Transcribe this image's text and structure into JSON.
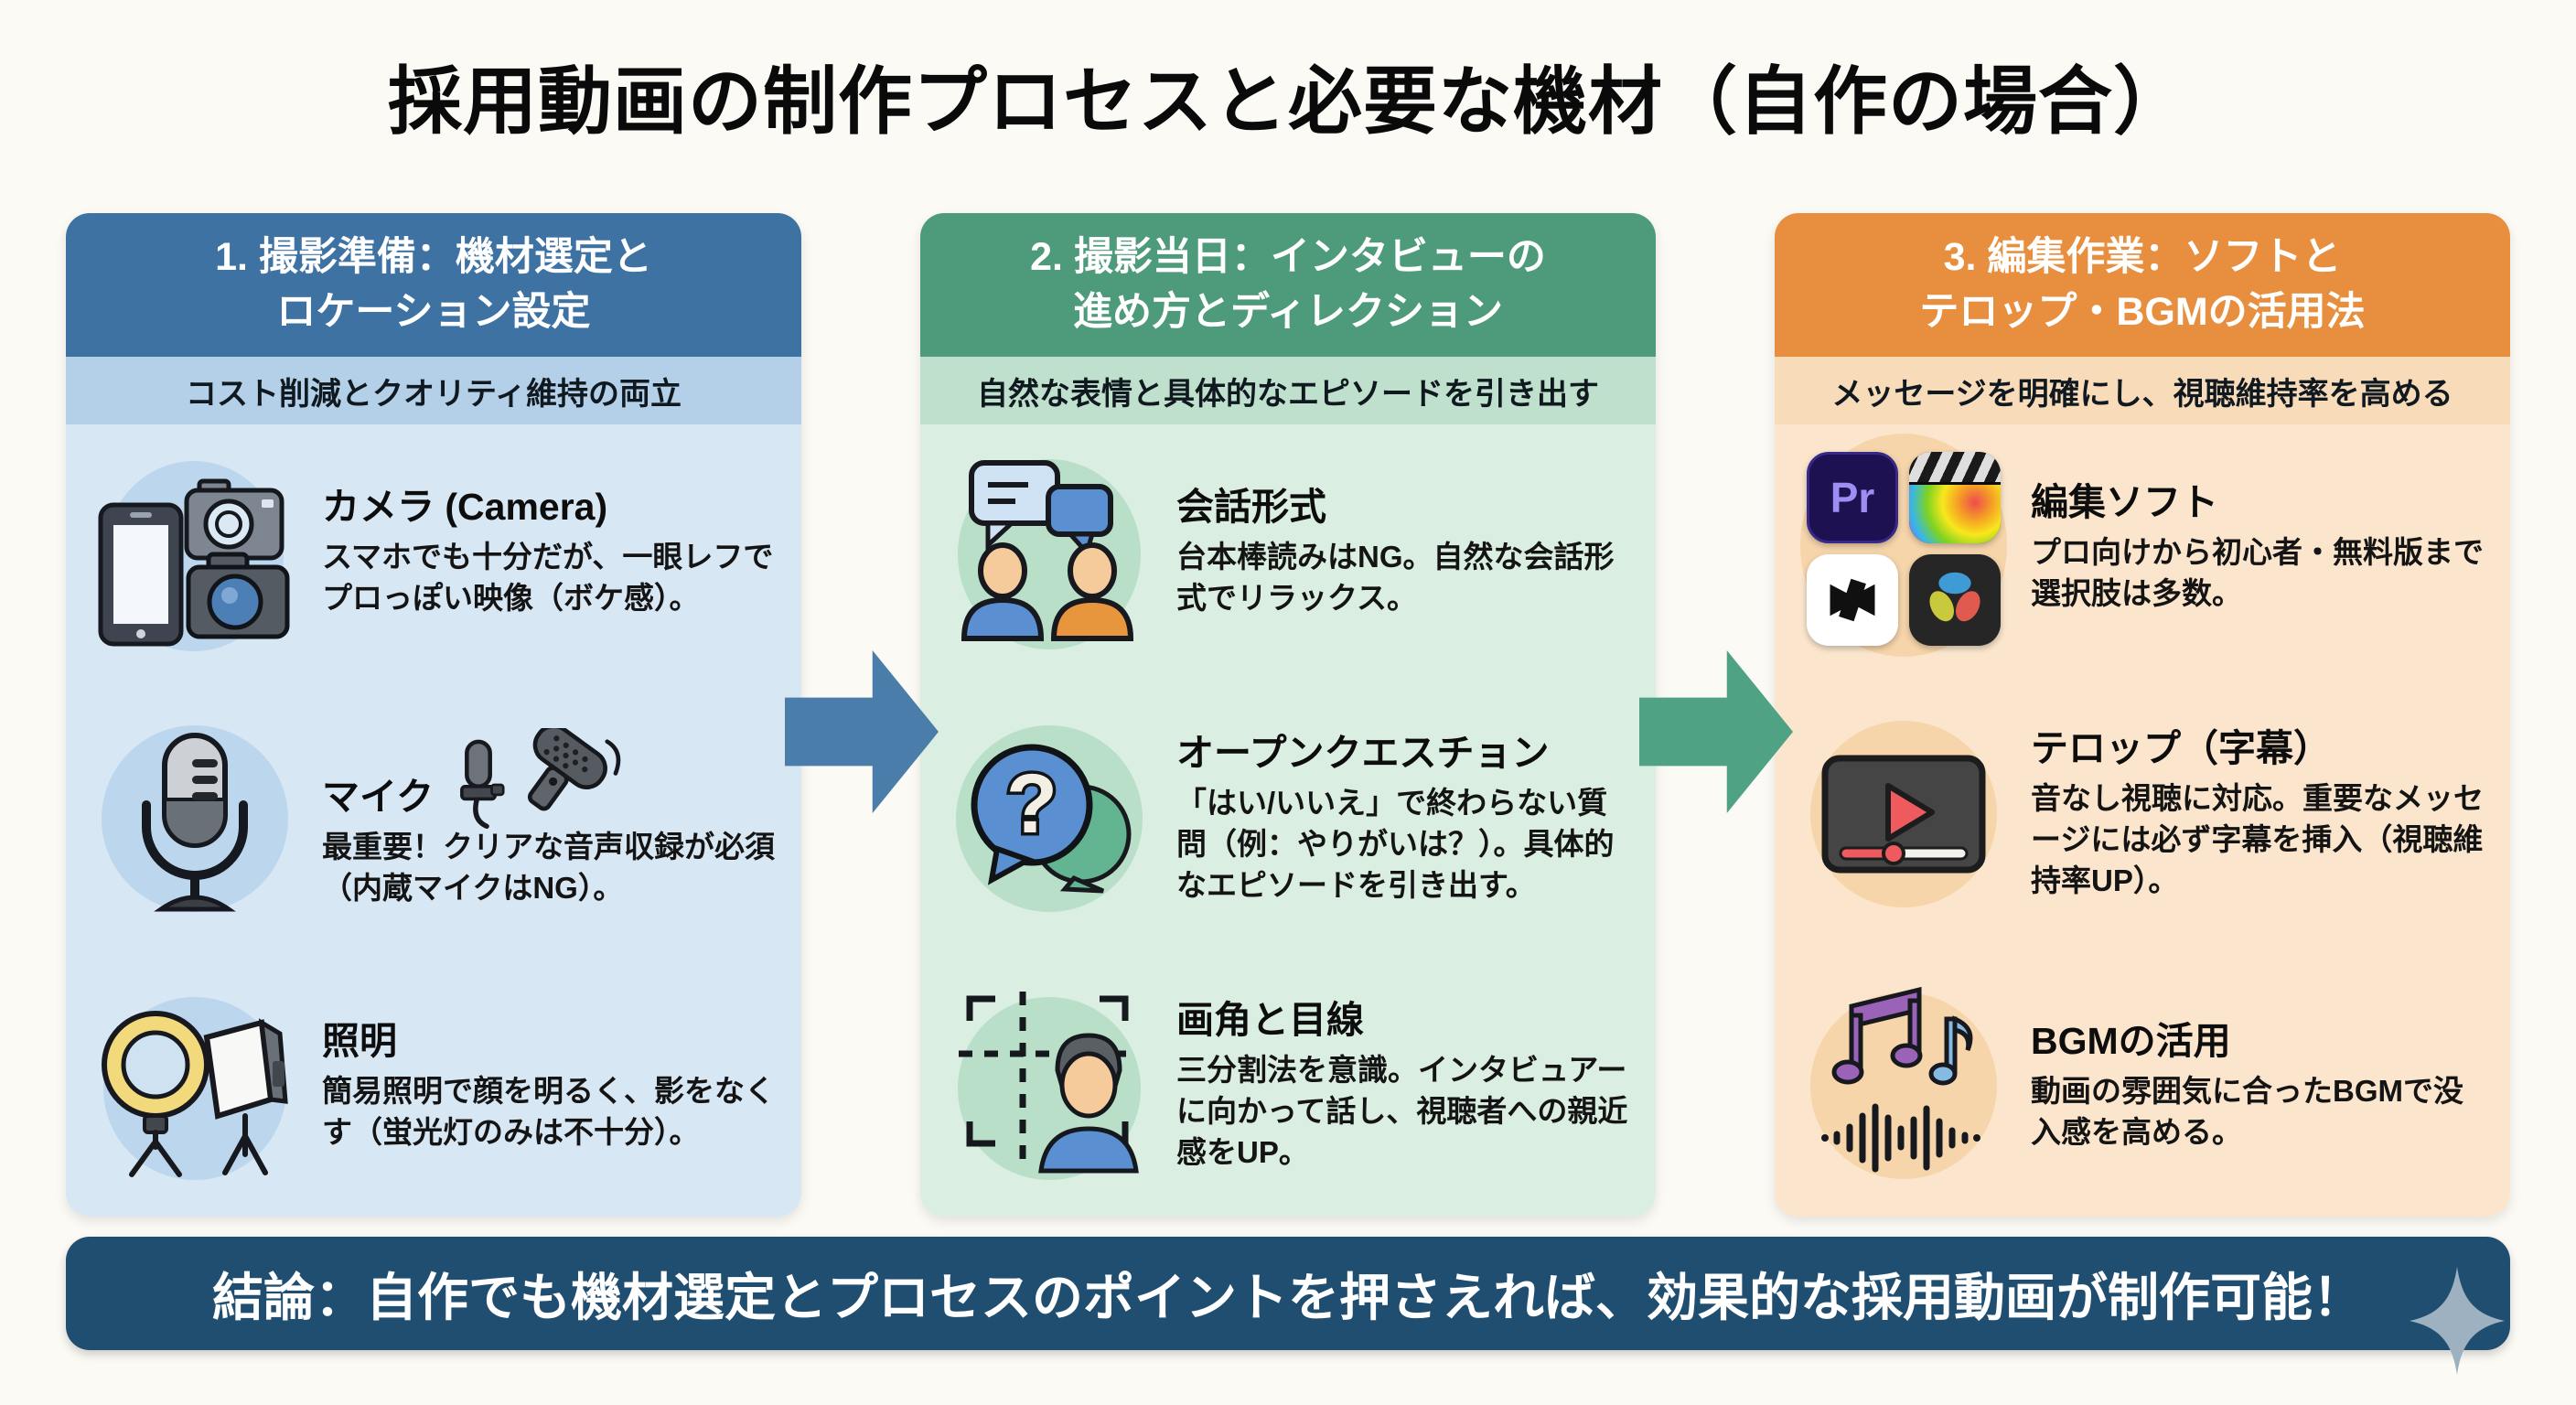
{
  "page_title": "採用動画の制作プロセスと必要な機材（自作の場合）",
  "columns": [
    {
      "header": "1. 撮影準備：機材選定と\nロケーション設定",
      "subtitle": "コスト削減とクオリティ維持の両立",
      "theme_color": "#3d72a3",
      "items": [
        {
          "icon": "camera-smartphone-dslr-icon",
          "title": "カメラ (Camera)",
          "desc": "スマホでも十分だが、一眼レフでプロっぽい映像（ボケ感）。"
        },
        {
          "icon": "microphone-icon",
          "title": "マイク",
          "desc": "最重要！クリアな音声収録が必須（内蔵マイクはNG）。"
        },
        {
          "icon": "ring-light-softbox-icon",
          "title": "照明",
          "desc": "簡易照明で顔を明るく、影をなくす（蛍光灯のみは不十分）。"
        }
      ]
    },
    {
      "header": "2. 撮影当日：インタビューの\n進め方とディレクション",
      "subtitle": "自然な表情と具体的なエピソードを引き出す",
      "theme_color": "#4e9b7b",
      "items": [
        {
          "icon": "conversation-people-icon",
          "title": "会話形式",
          "desc": "台本棒読みはNG。自然な会話形式でリラックス。"
        },
        {
          "icon": "question-bubble-icon",
          "title": "オープンクエスチョン",
          "desc": "「はい/いいえ」で終わらない質問（例：やりがいは？）。具体的なエピソードを引き出す。"
        },
        {
          "icon": "framing-eyeline-icon",
          "title": "画角と目線",
          "desc": "三分割法を意識。インタビュアーに向かって話し、視聴者への親近感をUP。"
        }
      ]
    },
    {
      "header": "3. 編集作業：ソフトと\nテロップ・BGMの活用法",
      "subtitle": "メッセージを明確にし、視聴維持率を高める",
      "theme_color": "#e78f3e",
      "items": [
        {
          "icon": "editing-apps-icon",
          "title": "編集ソフト",
          "desc": "プロ向けから初心者・無料版まで選択肢は多数。"
        },
        {
          "icon": "video-player-icon",
          "title": "テロップ（字幕）",
          "desc": "音なし視聴に対応。重要なメッセージには必ず字幕を挿入（視聴維持率UP）。"
        },
        {
          "icon": "music-notes-waveform-icon",
          "title": "BGMの活用",
          "desc": "動画の雰囲気に合ったBGMで没入感を高める。"
        }
      ]
    }
  ],
  "conclusion": "結論：自作でも機材選定とプロセスのポイントを押さえれば、効果的な採用動画が制作可能！",
  "icon_labels": {
    "premiere": "Pr"
  },
  "colors": {
    "background": "#fbfaf5",
    "column1_header": "#3d72a3",
    "column1_body": "#d8e7f4",
    "column2_header": "#4e9b7b",
    "column2_body": "#daeee1",
    "column3_header": "#e78f3e",
    "column3_body": "#fbe6cd",
    "arrow1": "#4a7da9",
    "arrow2": "#4fa284",
    "banner": "#1f4e70",
    "sparkle": "#9db1c0"
  }
}
